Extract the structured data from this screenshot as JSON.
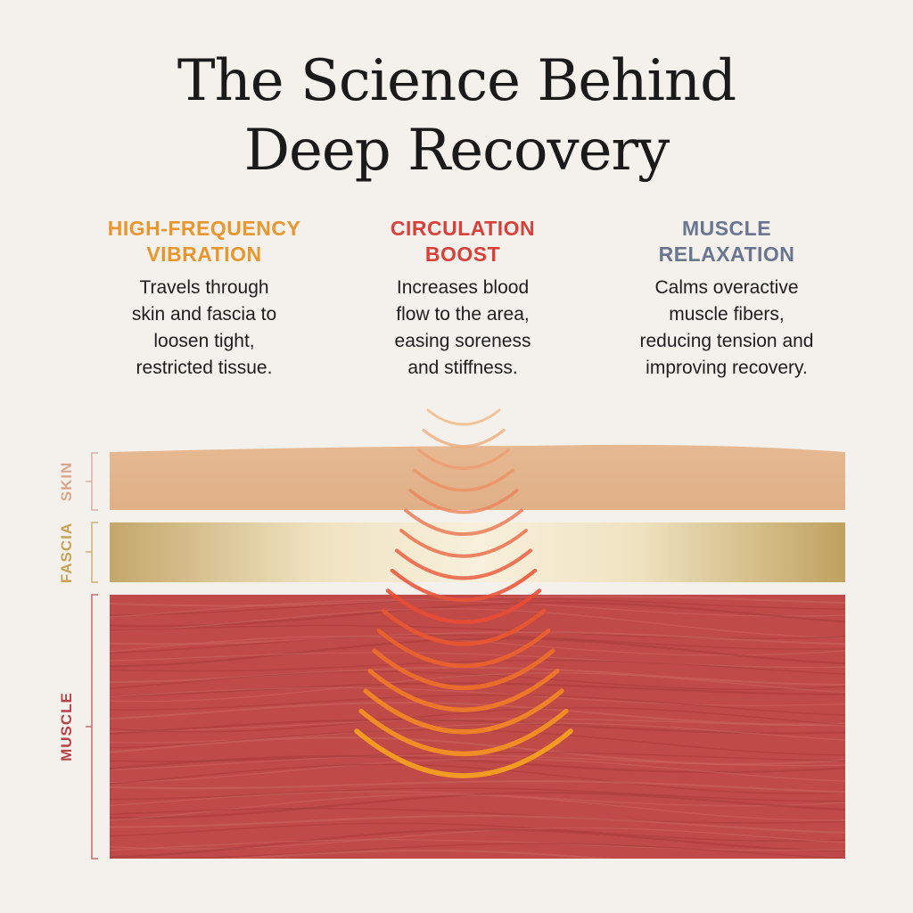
{
  "title": {
    "line1": "The Science Behind",
    "line2": "Deep Recovery"
  },
  "columns": [
    {
      "heading_line1": "HIGH-FREQUENCY",
      "heading_line2": "VIBRATION",
      "body": [
        "Travels through",
        "skin and fascia to",
        "loosen tight,",
        "restricted tissue."
      ],
      "color": "#e8962e"
    },
    {
      "heading_line1": "CIRCULATION",
      "heading_line2": "BOOST",
      "body": [
        "Increases blood",
        "flow to the area,",
        "easing soreness",
        "and stiffness."
      ],
      "color": "#d8413a"
    },
    {
      "heading_line1": "MUSCLE",
      "heading_line2": "RELAXATION",
      "body": [
        "Calms overactive",
        "muscle fibers,",
        "reducing tension and",
        "improving recovery."
      ],
      "color": "#6a7690"
    }
  ],
  "layers": {
    "skin": {
      "label": "SKIN",
      "color": "#e3b48c",
      "label_color": "#d9a88c"
    },
    "fascia": {
      "label": "FASCIA",
      "color": "#c9ad6f",
      "label_color": "#c4a257"
    },
    "muscle": {
      "label": "MUSCLE",
      "color": "#bf4a48",
      "label_color": "#b54246"
    }
  },
  "wave": {
    "arc_count": 17,
    "color_top": "#f0b47e",
    "color_mid": "#e84a32",
    "color_bottom": "#f39a22"
  }
}
